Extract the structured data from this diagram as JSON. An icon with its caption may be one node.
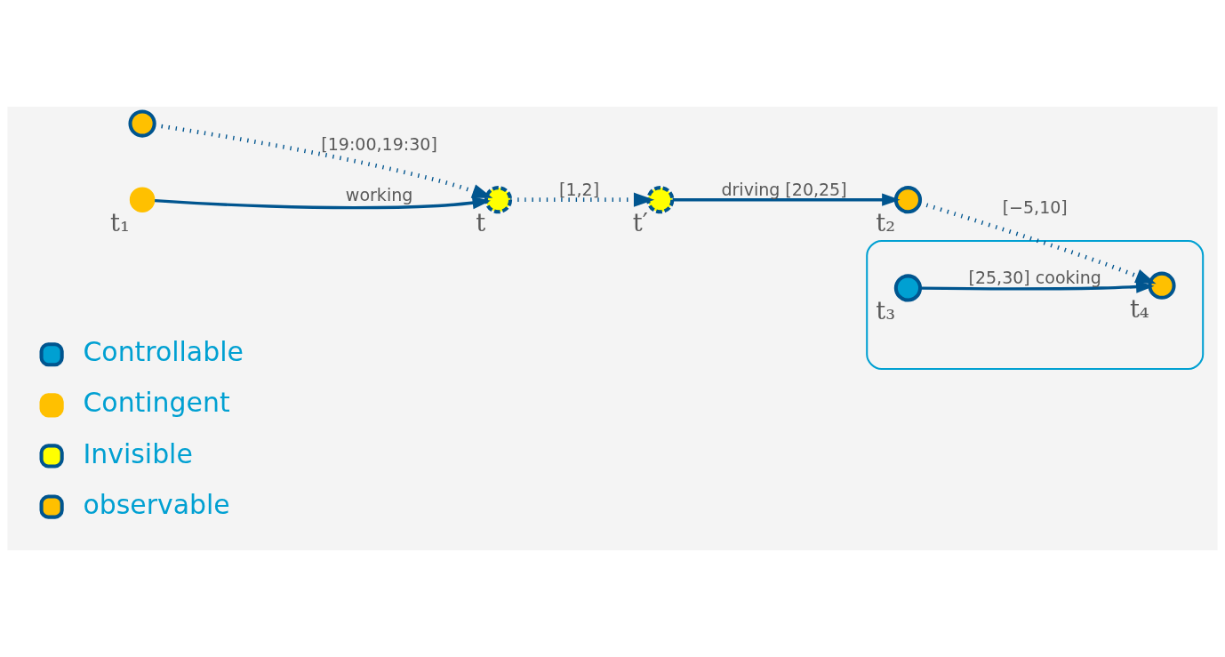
{
  "diagram": {
    "nodes": [
      {
        "text": [],
        "shape": "circle"
      },
      {
        "text": [],
        "shape": "circle",
        "beside": [
          "t₁"
        ]
      },
      {
        "text": [],
        "shape": "circle",
        "beside": [
          "t"
        ]
      },
      {
        "text": [],
        "shape": "circle",
        "beside": [
          "t′"
        ]
      },
      {
        "text": [],
        "shape": "circle",
        "beside": [
          "t₂"
        ]
      },
      {
        "text": [],
        "shape": "ellipse"
      },
      {
        "text": [],
        "shape": "circle",
        "beside": [
          "t₃"
        ],
        "in": 5
      },
      {
        "text": [],
        "shape": "circle",
        "beside": [
          "t₄"
        ],
        "in": 5
      }
    ],
    "edges": [
      {
        "from": 0,
        "to": 2,
        "arrow": "to",
        "label": "[19:00,19:30]",
        "style": "dashed"
      },
      {
        "from": 1,
        "to": 2,
        "arrow": "to",
        "label": "working"
      },
      {
        "from": 2,
        "to": 3,
        "arrow": "to",
        "label": "[1,2]",
        "style": "dashed"
      },
      {
        "from": 3,
        "to": 4,
        "arrow": "to",
        "label": "driving [20,25]"
      },
      {
        "from": 4,
        "to": 7,
        "arrow": "to",
        "label": "[−5,10]",
        "style": "dashed"
      },
      {
        "from": 6,
        "to": 7,
        "arrow": "to",
        "label": "[25,30] cooking"
      }
    ],
    "legend": [
      {
        "text": "Controllable"
      },
      {
        "text": "Contingent",
        "color": "#ffc000"
      },
      {
        "text": "Invisible"
      },
      {
        "text": "observable"
      }
    ]
  }
}
